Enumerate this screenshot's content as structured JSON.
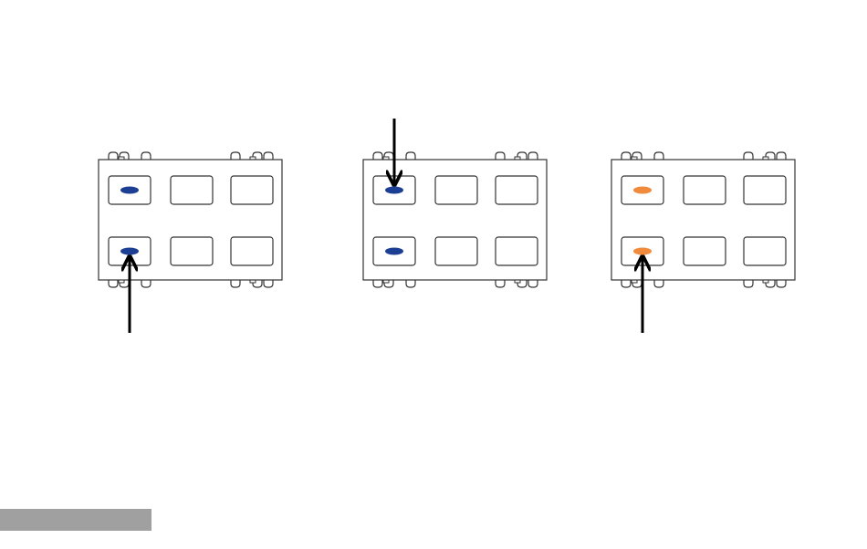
{
  "colors": {
    "outline": "#333333",
    "arrow": "#000000",
    "background": "#ffffff",
    "footer_bar": "#a0a0a0"
  },
  "panels": [
    {
      "name": "panel-left",
      "arrow": "bottom-up",
      "arrow_target": "bottom-left-key",
      "leds": [
        {
          "key": "top-left",
          "color": "#1c3f94"
        },
        {
          "key": "bottom-left",
          "color": "#1c3f94"
        }
      ]
    },
    {
      "name": "panel-middle",
      "arrow": "top-down",
      "arrow_target": "top-left-key",
      "leds": [
        {
          "key": "top-left",
          "color": "#1c3f94"
        },
        {
          "key": "bottom-left",
          "color": "#1c3f94"
        }
      ]
    },
    {
      "name": "panel-right",
      "arrow": "bottom-up",
      "arrow_target": "bottom-left-key",
      "leds": [
        {
          "key": "top-left",
          "color": "#f08a3c"
        },
        {
          "key": "bottom-left",
          "color": "#f08a3c"
        }
      ]
    }
  ]
}
